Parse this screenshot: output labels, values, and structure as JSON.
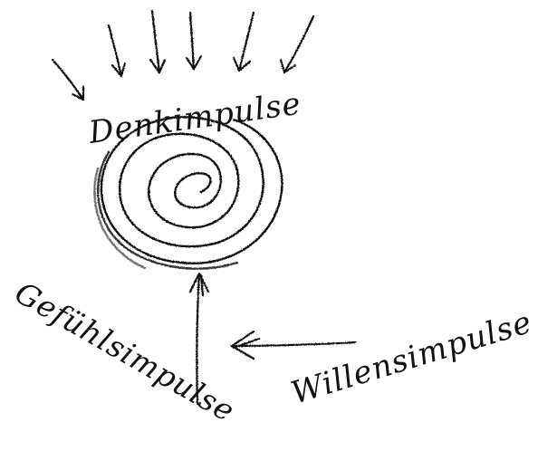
{
  "diagram": {
    "labels": {
      "denk": "Denkimpulse",
      "gefuehl": "Gefühlsimpulse",
      "willen": "Willensimpulse"
    },
    "ink_color": "#111111",
    "background_color": "#ffffff"
  }
}
